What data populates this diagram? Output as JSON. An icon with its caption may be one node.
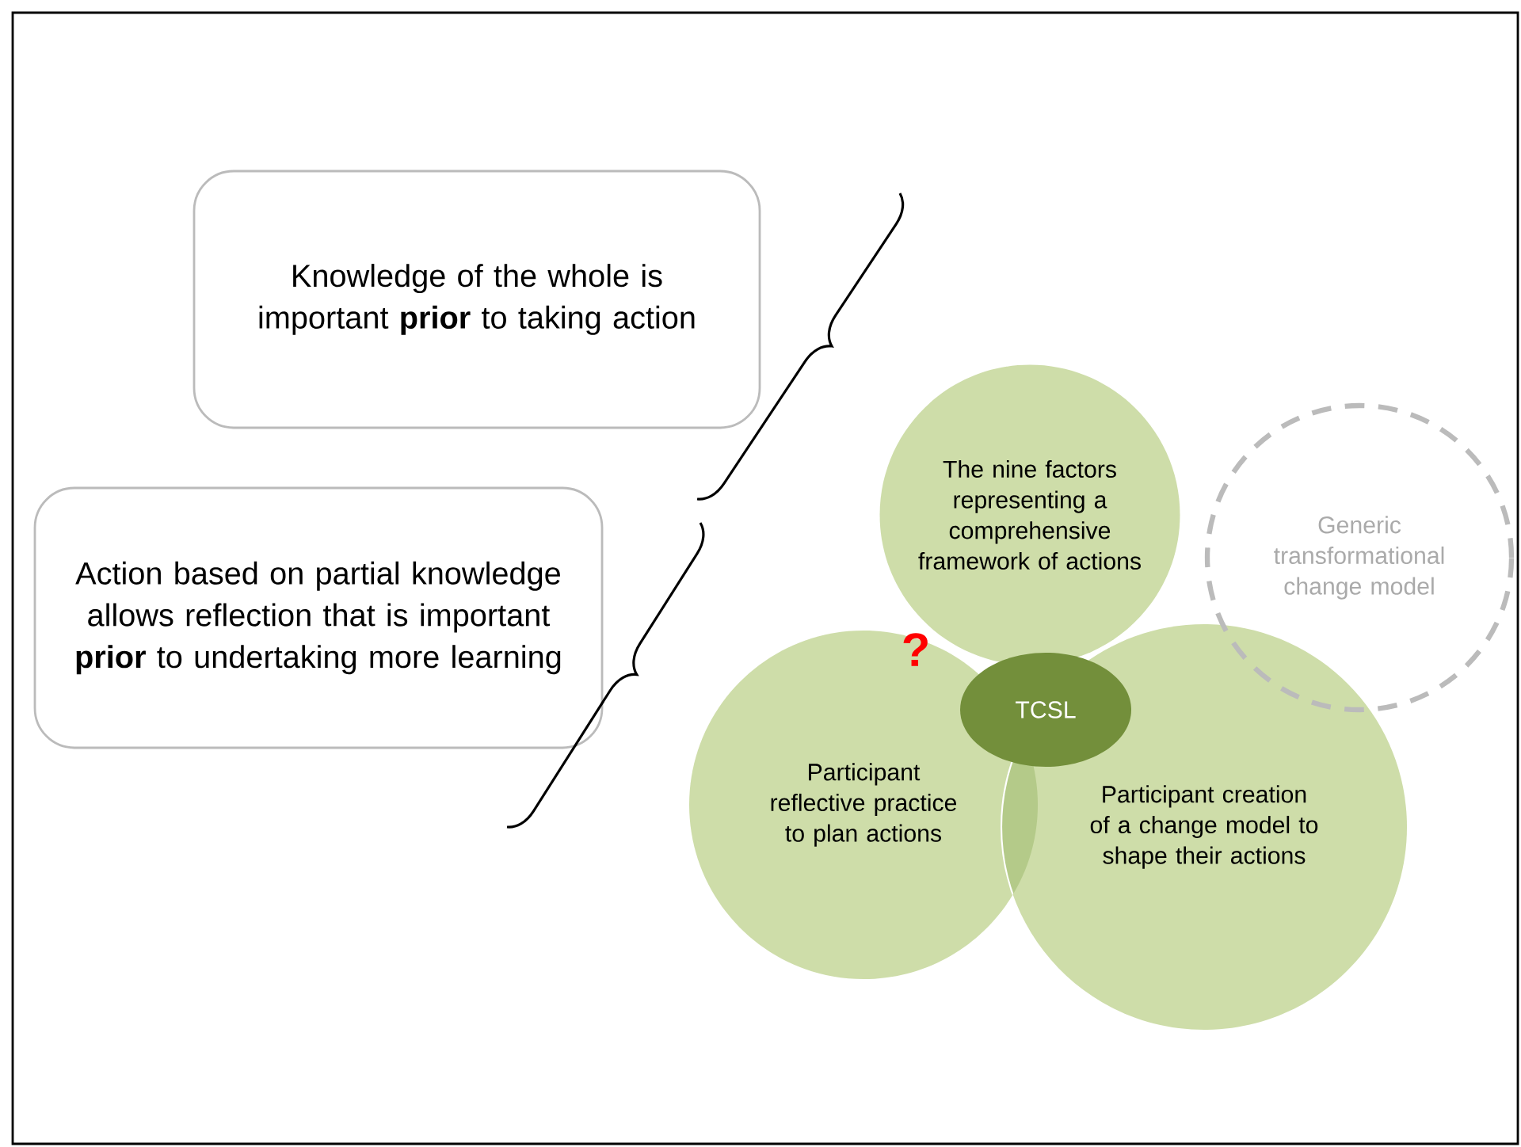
{
  "diagram": {
    "nodes": [
      {
        "text": [
          "Knowledge of the whole is important **prior** to taking action"
        ]
      },
      {
        "text": [
          "Action based on partial knowledge allows reflection that is important **prior** to undertaking more learning"
        ]
      },
      {
        "text": [
          "The nine factors representing a comprehensive framework of actions"
        ]
      },
      {
        "text": [
          "Participant reflective practice to plan actions"
        ]
      },
      {
        "text": [
          "Participant creation of a change model to shape their actions"
        ]
      },
      {
        "text": [
          "TCSL"
        ]
      },
      {
        "text": [
          "Generic transformational change model"
        ]
      }
    ],
    "edges": [],
    "labels": [
      "?"
    ]
  }
}
